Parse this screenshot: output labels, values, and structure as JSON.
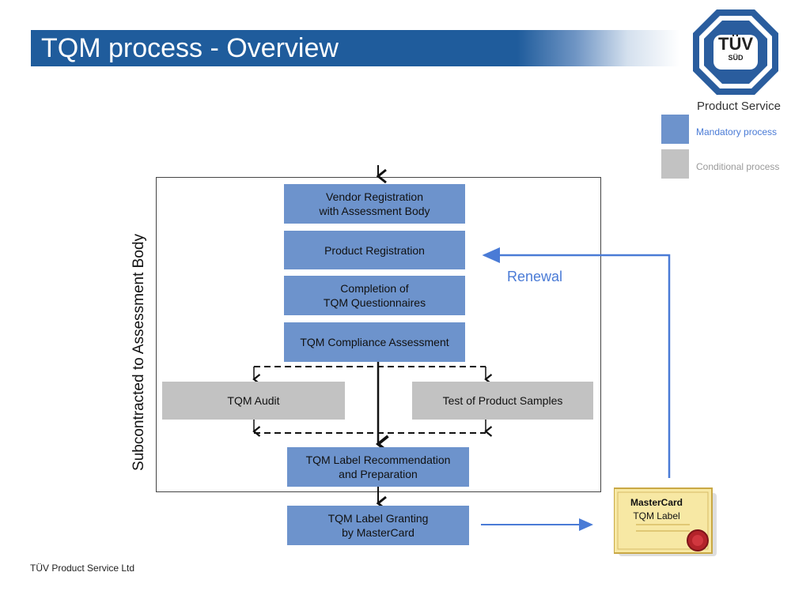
{
  "title": "TQM process - Overview",
  "logo": {
    "mark": "TÜV",
    "sub": "SÜD",
    "caption": "Product Service"
  },
  "legend": [
    {
      "label": "Mandatory process",
      "color": "#6d93cc",
      "text_color": "#4a7bd6"
    },
    {
      "label": "Conditional process",
      "color": "#c2c2c2",
      "text_color": "#9a9a9a"
    }
  ],
  "side_label": "Subcontracted to Assessment Body",
  "steps": {
    "vendor_registration": "Vendor Registration\nwith Assessment Body",
    "product_registration": "Product Registration",
    "questionnaires": "Completion of\nTQM Questionnaires",
    "compliance_assessment": "TQM Compliance Assessment",
    "audit": "TQM Audit",
    "test_samples": "Test of Product Samples",
    "label_recommendation": "TQM Label Recommendation\nand Preparation",
    "label_granting": "TQM Label Granting\nby MasterCard"
  },
  "renewal_label": "Renewal",
  "certificate": {
    "line1": "MasterCard",
    "line2": "TQM Label"
  },
  "footer": "TÜV Product Service Ltd"
}
